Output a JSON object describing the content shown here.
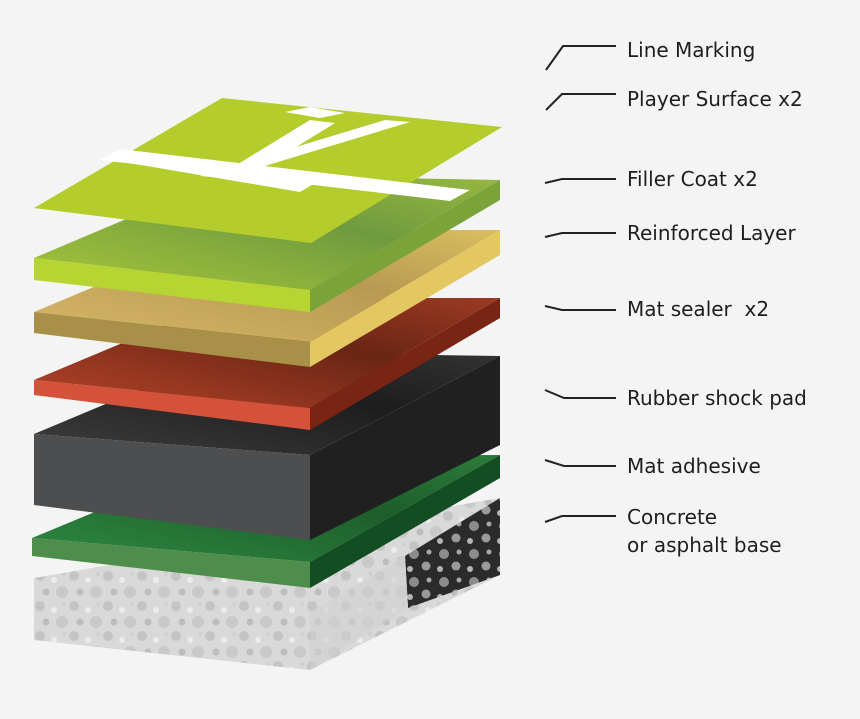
{
  "layers": [
    {
      "name": "Line Marking"
    },
    {
      "name": "Player Surface x2"
    },
    {
      "name": "Filler Coat x2"
    },
    {
      "name": "Reinforced Layer"
    },
    {
      "name": "Mat sealer  x2"
    },
    {
      "name": "Rubber shock pad"
    },
    {
      "name": "Mat adhesive"
    },
    {
      "name": "Concrete",
      "name_line2": "or asphalt base"
    }
  ],
  "colors": {
    "background": "#f4f4f4",
    "player_surface": "#b5cc2d",
    "filler_coat": "#8fb43a",
    "reinforced_layer": "#d6b75a",
    "mat_sealer": "#b84a2c",
    "rubber_shock_pad": "#3a3a3a",
    "mat_adhesive": "#2f7a3c",
    "concrete": "#d8d8d8",
    "asphalt": "#2a2a2a",
    "line_marking": "#ffffff"
  }
}
